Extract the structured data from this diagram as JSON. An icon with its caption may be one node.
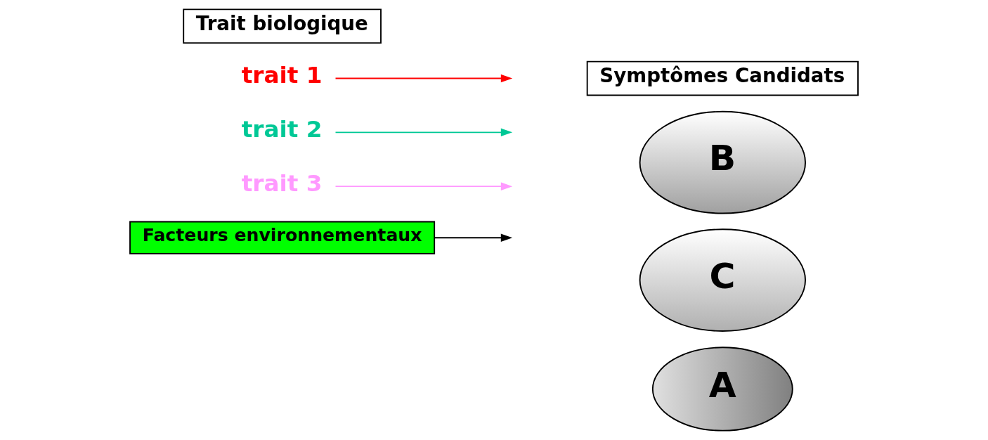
{
  "diagram": {
    "nodes": [
      {
        "text": [
          "Trait biologique"
        ]
      },
      {
        "text": [
          "Symptômes Candidats"
        ]
      },
      {
        "text": [
          "trait 1"
        ]
      },
      {
        "text": [
          "trait 2"
        ]
      },
      {
        "text": [
          "trait 3"
        ]
      },
      {
        "text": [
          "B"
        ]
      },
      {
        "text": [
          "C"
        ]
      },
      {
        "text": [
          "A"
        ]
      },
      {
        "text": [
          "Facteurs environnementaux"
        ]
      }
    ],
    "edges": [
      {
        "from": 2,
        "to": null,
        "arrow": "to",
        "color": "#ff0000"
      },
      {
        "from": 3,
        "to": null,
        "arrow": "to",
        "color": "#00c896"
      },
      {
        "from": 4,
        "to": null,
        "arrow": "to",
        "color": "#ff99ff"
      },
      {
        "from": 8,
        "to": null,
        "arrow": "to",
        "color": "#000000"
      }
    ]
  }
}
